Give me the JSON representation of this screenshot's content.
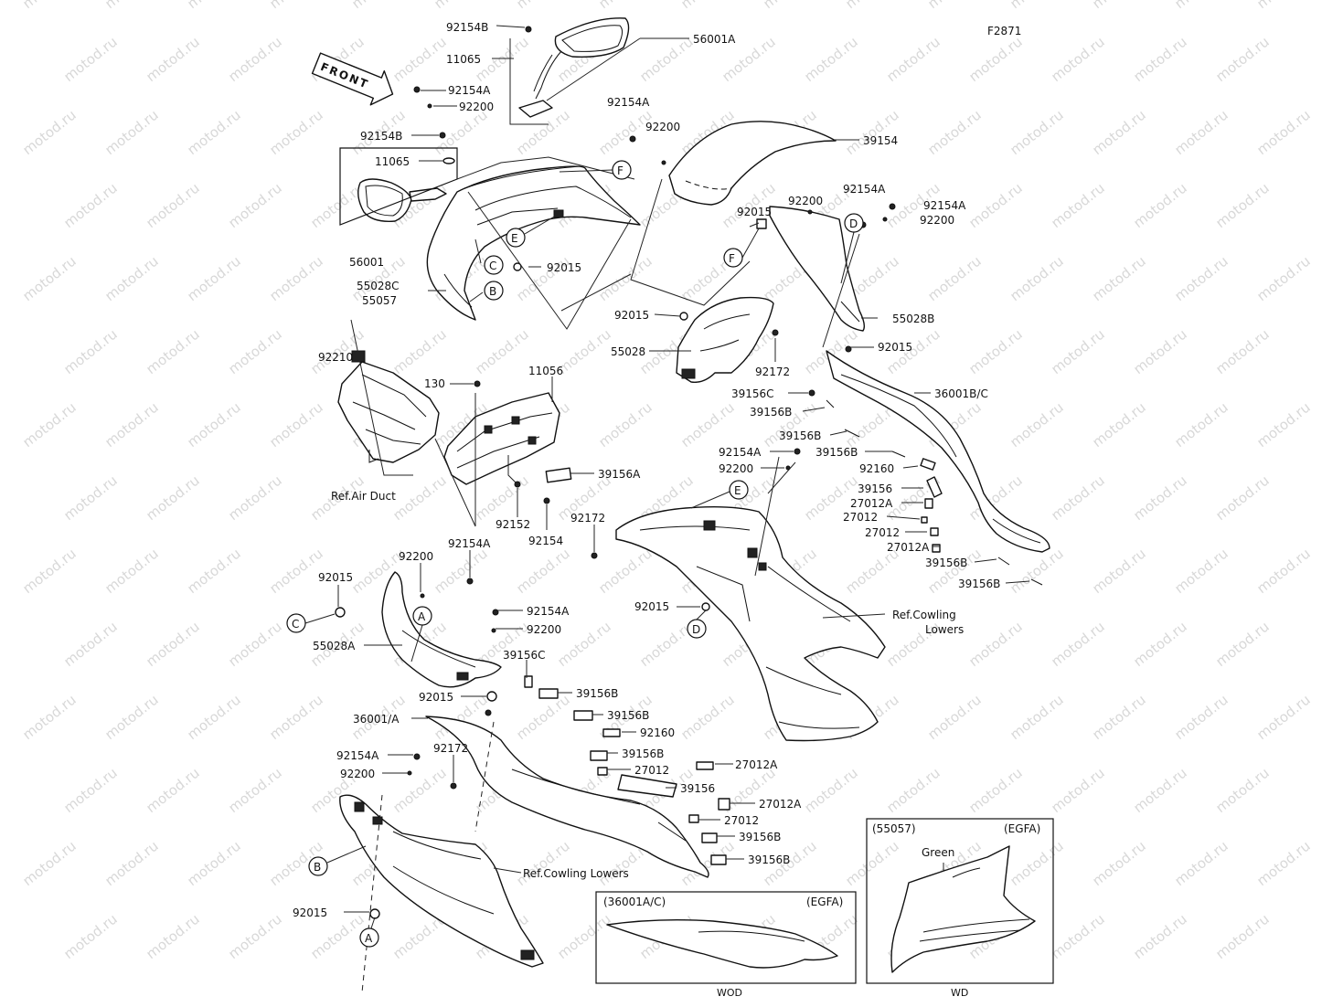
{
  "figure_code": "F2871",
  "front_arrow": "FRONT",
  "watermark_text": "motod.ru",
  "part_labels": [
    {
      "id": "l1",
      "text": "92154B"
    },
    {
      "id": "l2",
      "text": "56001A"
    },
    {
      "id": "l3",
      "text": "11065"
    },
    {
      "id": "l4",
      "text": "92154A"
    },
    {
      "id": "l5",
      "text": "92200"
    },
    {
      "id": "l6",
      "text": "92154B"
    },
    {
      "id": "l7",
      "text": "11065"
    },
    {
      "id": "l8",
      "text": "56001"
    },
    {
      "id": "l9",
      "text": "92015"
    },
    {
      "id": "l10",
      "text": "55028C"
    },
    {
      "id": "l11",
      "text": "55057"
    },
    {
      "id": "l12",
      "text": "92154A"
    },
    {
      "id": "l13",
      "text": "92200"
    },
    {
      "id": "l14",
      "text": "39154"
    },
    {
      "id": "l15",
      "text": "92015"
    },
    {
      "id": "l16",
      "text": "92200"
    },
    {
      "id": "l17",
      "text": "92154A"
    },
    {
      "id": "l18",
      "text": "92154A"
    },
    {
      "id": "l19",
      "text": "92200"
    },
    {
      "id": "l20",
      "text": "55028B"
    },
    {
      "id": "l21",
      "text": "92015"
    },
    {
      "id": "l22",
      "text": "55028"
    },
    {
      "id": "l23",
      "text": "92172"
    },
    {
      "id": "l24",
      "text": "92015"
    },
    {
      "id": "l25",
      "text": "92210"
    },
    {
      "id": "l26",
      "text": "130"
    },
    {
      "id": "l27",
      "text": "11056"
    },
    {
      "id": "l28",
      "text": "39156A"
    },
    {
      "id": "l29",
      "text": "Ref.Air Duct"
    },
    {
      "id": "l30",
      "text": "92152"
    },
    {
      "id": "l31",
      "text": "92154"
    },
    {
      "id": "l32",
      "text": "36001B/C"
    },
    {
      "id": "l33",
      "text": "39156C"
    },
    {
      "id": "l34",
      "text": "39156B"
    },
    {
      "id": "l35",
      "text": "39156B"
    },
    {
      "id": "l36",
      "text": "92154A"
    },
    {
      "id": "l37",
      "text": "39156B"
    },
    {
      "id": "l38",
      "text": "92200"
    },
    {
      "id": "l39",
      "text": "92160"
    },
    {
      "id": "l40",
      "text": "39156"
    },
    {
      "id": "l41",
      "text": "27012A"
    },
    {
      "id": "l42",
      "text": "27012"
    },
    {
      "id": "l43",
      "text": "27012"
    },
    {
      "id": "l44",
      "text": "27012A"
    },
    {
      "id": "l45",
      "text": "39156B"
    },
    {
      "id": "l46",
      "text": "39156B"
    },
    {
      "id": "l47",
      "text": "92172"
    },
    {
      "id": "l48",
      "text": "92154A"
    },
    {
      "id": "l49",
      "text": "92200"
    },
    {
      "id": "l50",
      "text": "92015"
    },
    {
      "id": "l51",
      "text": "55028A"
    },
    {
      "id": "l52",
      "text": "92154A"
    },
    {
      "id": "l53",
      "text": "92200"
    },
    {
      "id": "l54",
      "text": "39156C"
    },
    {
      "id": "l55",
      "text": "92015"
    },
    {
      "id": "l56",
      "text": "Ref.Cowling"
    },
    {
      "id": "l57",
      "text": "Lowers"
    },
    {
      "id": "l58",
      "text": "39156B"
    },
    {
      "id": "l59",
      "text": "92015"
    },
    {
      "id": "l60",
      "text": "36001/A"
    },
    {
      "id": "l61",
      "text": "39156B"
    },
    {
      "id": "l62",
      "text": "92160"
    },
    {
      "id": "l63",
      "text": "92154A"
    },
    {
      "id": "l64",
      "text": "92172"
    },
    {
      "id": "l65",
      "text": "39156B"
    },
    {
      "id": "l66",
      "text": "27012"
    },
    {
      "id": "l67",
      "text": "27012A"
    },
    {
      "id": "l68",
      "text": "92200"
    },
    {
      "id": "l69",
      "text": "39156"
    },
    {
      "id": "l70",
      "text": "27012A"
    },
    {
      "id": "l71",
      "text": "27012"
    },
    {
      "id": "l72",
      "text": "39156B"
    },
    {
      "id": "l73",
      "text": "39156B"
    },
    {
      "id": "l74",
      "text": "Ref.Cowling Lowers"
    },
    {
      "id": "l75",
      "text": "92015"
    }
  ],
  "callouts": {
    "A": "A",
    "B": "B",
    "C": "C",
    "D": "D",
    "E": "E",
    "F": "F"
  },
  "inset_wod": {
    "part": "(36001A/C)",
    "variant": "(EGFA)",
    "caption": "WOD"
  },
  "inset_wd": {
    "part": "(55057)",
    "variant": "(EGFA)",
    "color_note": "Green",
    "caption": "WD"
  }
}
